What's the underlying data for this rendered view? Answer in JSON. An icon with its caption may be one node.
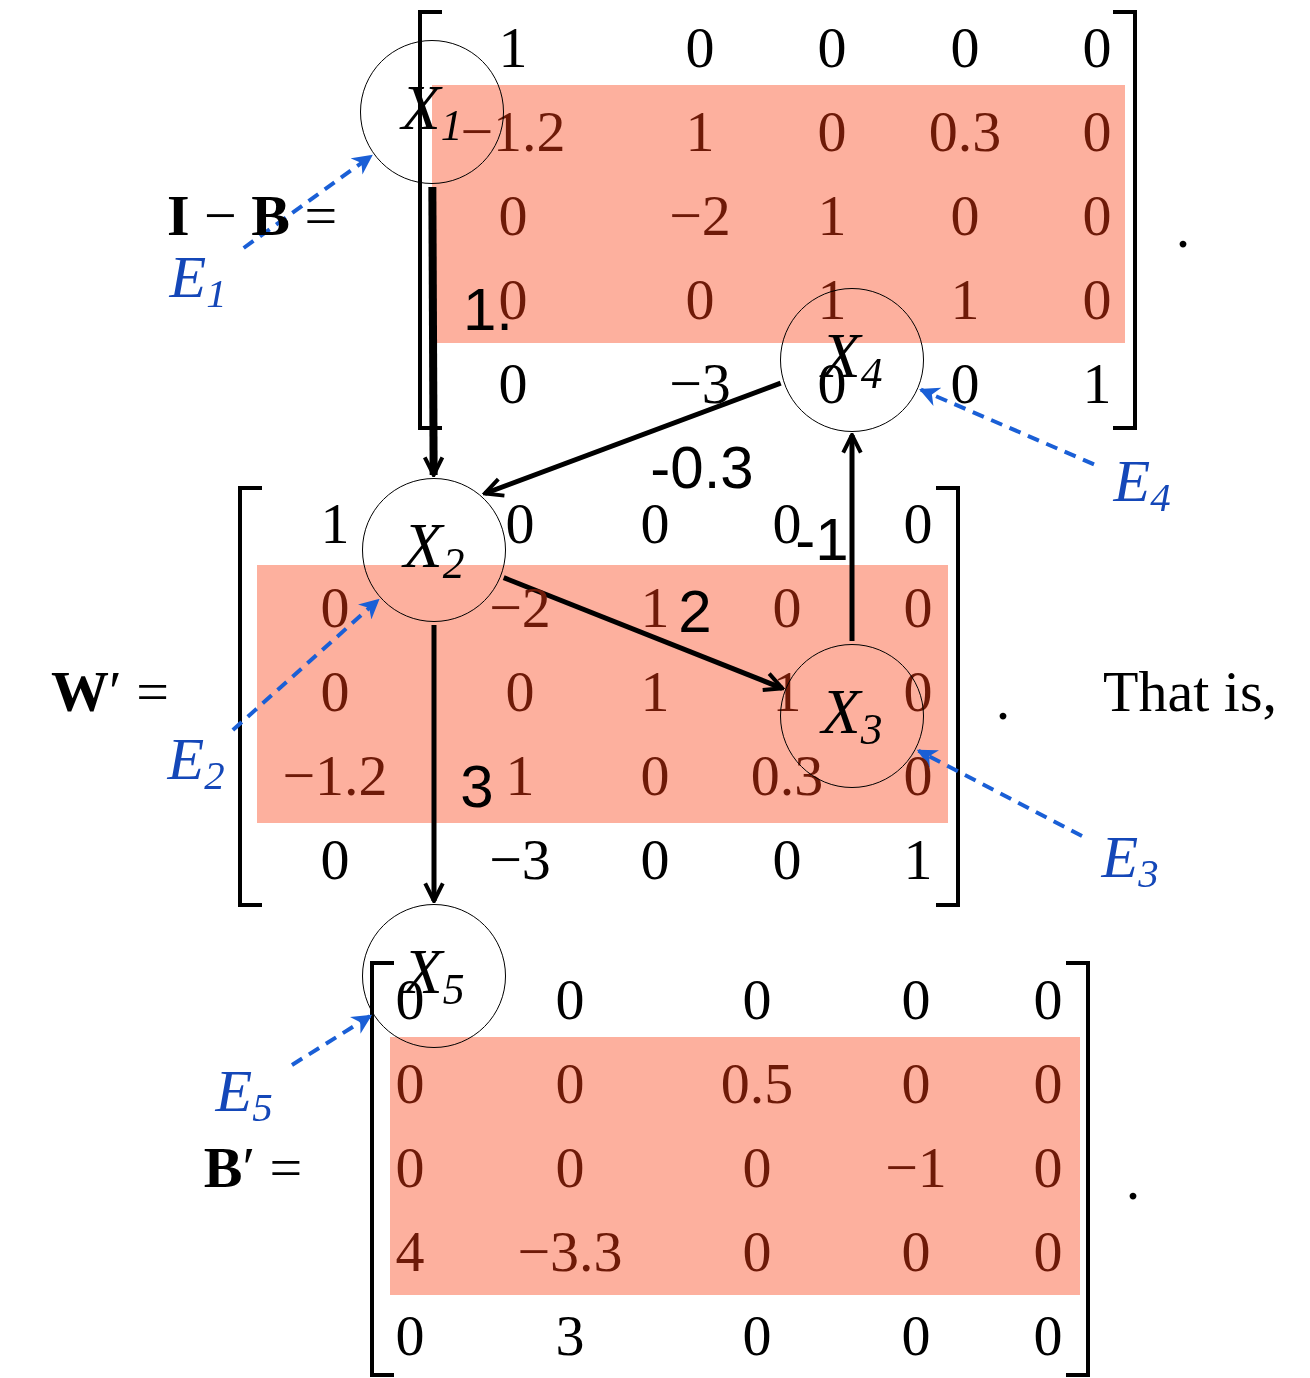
{
  "diagram": {
    "nodes": [
      {
        "text": [
          "X$_{1}$"
        ]
      },
      {
        "text": [
          "E$_{1}$"
        ]
      },
      {
        "text": [
          "X$_{2}$"
        ]
      },
      {
        "text": [
          "E$_{2}$"
        ]
      },
      {
        "text": [
          "X$_{3}$"
        ]
      },
      {
        "text": [
          "E$_{3}$"
        ]
      },
      {
        "text": [
          "X$_{4}$"
        ]
      },
      {
        "text": [
          "E$_{4}$"
        ]
      },
      {
        "text": [
          "X$_{5}$"
        ]
      },
      {
        "text": [
          "E$_{5}$"
        ]
      }
    ],
    "edges": [
      {
        "from": 0,
        "to": 2,
        "arrow": "to",
        "label": "1.",
        "style": "thick"
      },
      {
        "from": 6,
        "to": 2,
        "arrow": "to",
        "label": "-0.3"
      },
      {
        "from": 4,
        "to": 6,
        "arrow": "to",
        "label": "-1"
      },
      {
        "from": 2,
        "to": 4,
        "arrow": "to",
        "label": "2"
      },
      {
        "from": 2,
        "to": 8,
        "arrow": "to",
        "label": "3"
      },
      {
        "from": 1,
        "to": 0,
        "arrow": "to",
        "style": "dashed",
        "color": "#1a5fd6"
      },
      {
        "from": 3,
        "to": 2,
        "arrow": "to",
        "style": "dashed",
        "color": "#1a5fd6"
      },
      {
        "from": 5,
        "to": 4,
        "arrow": "to",
        "style": "dashed",
        "color": "#1a5fd6"
      },
      {
        "from": 7,
        "to": 6,
        "arrow": "to",
        "style": "dashed",
        "color": "#1a5fd6"
      },
      {
        "from": 9,
        "to": 8,
        "arrow": "to",
        "style": "dashed",
        "color": "#1a5fd6"
      }
    ],
    "labels": [
      "**I** − **B** =",
      "1",
      "0",
      "0",
      "0",
      "0",
      "−1.2",
      "1",
      "0",
      "0.3",
      "0",
      "0",
      "−2",
      "1",
      "0",
      "0",
      "0",
      "0",
      "1",
      "1",
      "0",
      "0",
      "−3",
      "0",
      "0",
      "1",
      ".",
      "**W**′ =",
      "1",
      "0",
      "0",
      "0",
      "0",
      "0",
      "−2",
      "1",
      "0",
      "0",
      "0",
      "0",
      "1",
      "1",
      "0",
      "−1.2",
      "1",
      "0",
      "0.3",
      "0",
      "0",
      "−3",
      "0",
      "0",
      "1",
      ".",
      "That is,",
      "**B**′ =",
      "0",
      "0",
      "0",
      "0",
      "0",
      "0",
      "0",
      "0.5",
      "0",
      "0",
      "0",
      "0",
      "0",
      "−1",
      "0",
      "4",
      "−3.3",
      "0",
      "0",
      "0",
      "0",
      "3",
      "0",
      "0",
      "0",
      "."
    ]
  }
}
